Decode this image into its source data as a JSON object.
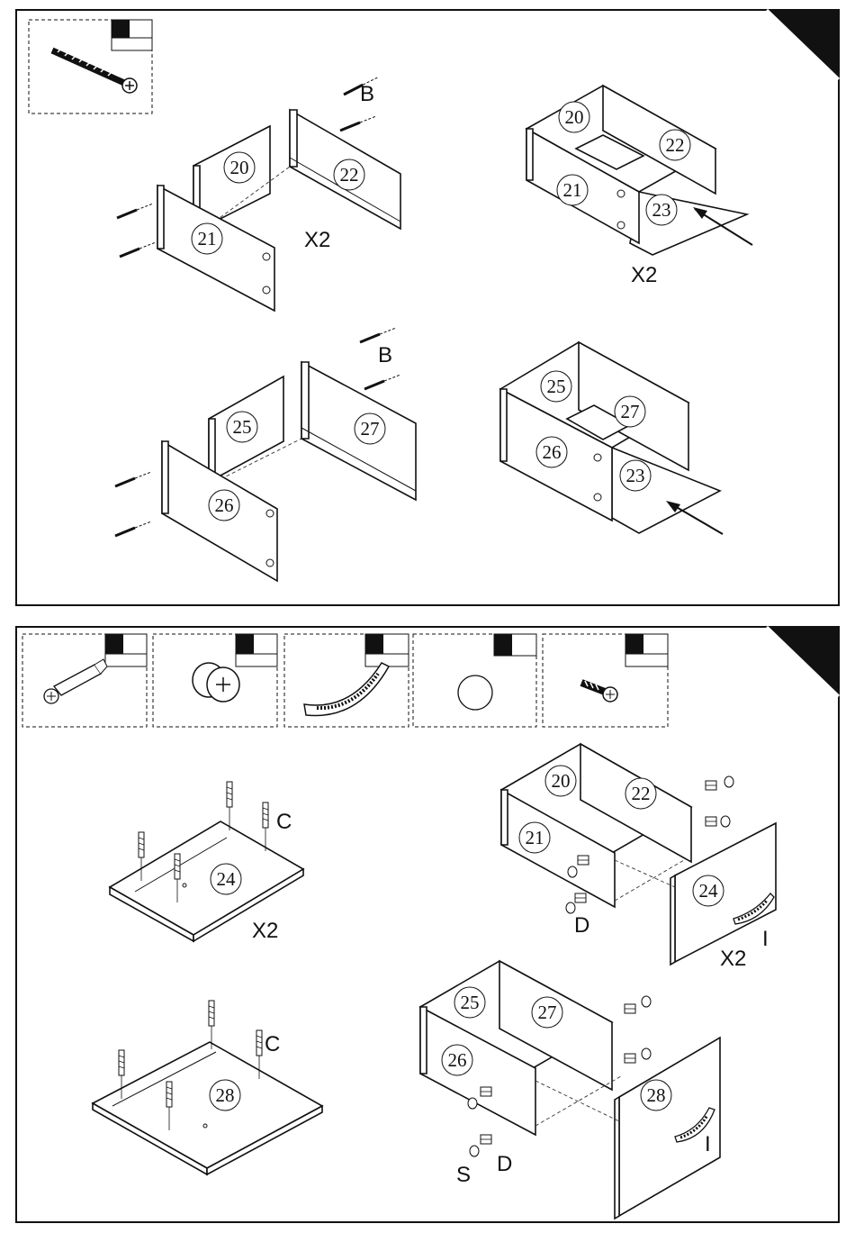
{
  "section_top": {
    "labels": {
      "b1": "B",
      "b2": "B",
      "x2_a": "X2",
      "x2_b": "X2"
    },
    "parts": {
      "p20a": "20",
      "p22a": "22",
      "p21a": "21",
      "p20b": "20",
      "p22b": "22",
      "p21b": "21",
      "p23a": "23",
      "p25a": "25",
      "p27a": "27",
      "p26a": "26",
      "p25b": "25",
      "p27b": "27",
      "p26b": "26",
      "p23b": "23"
    }
  },
  "section_bottom": {
    "labels": {
      "c1": "C",
      "c2": "C",
      "x2_c": "X2",
      "x2_d": "X2",
      "d1": "D",
      "d2": "D",
      "i1": "I",
      "i2": "I",
      "s1": "S"
    },
    "parts": {
      "p24a": "24",
      "p28a": "28",
      "p20": "20",
      "p22": "22",
      "p21": "21",
      "p24b": "24",
      "p25": "25",
      "p27": "27",
      "p26": "26",
      "p28b": "28"
    }
  },
  "icons": [
    "wood-screw-icon",
    "cam-bolt-icon",
    "cam-lock-icon",
    "drawer-handle-icon",
    "cover-cap-icon",
    "machine-screw-icon"
  ]
}
